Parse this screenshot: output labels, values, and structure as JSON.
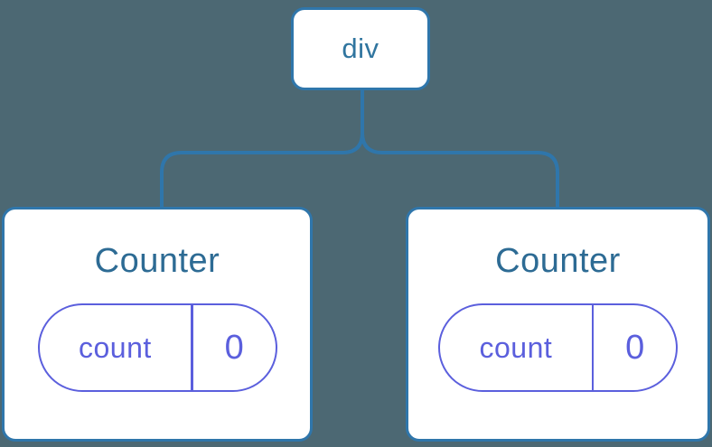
{
  "colors": {
    "background": "#4c6873",
    "line": "#2f76ab",
    "node-bg": "#ffffff",
    "root-text": "#30759f",
    "title-text": "#2d6b94",
    "state": "#5b5fdd"
  },
  "tree": {
    "root": {
      "label": "div"
    },
    "children": [
      {
        "title": "Counter",
        "state": {
          "key": "count",
          "value": "0"
        }
      },
      {
        "title": "Counter",
        "state": {
          "key": "count",
          "value": "0"
        }
      }
    ]
  }
}
